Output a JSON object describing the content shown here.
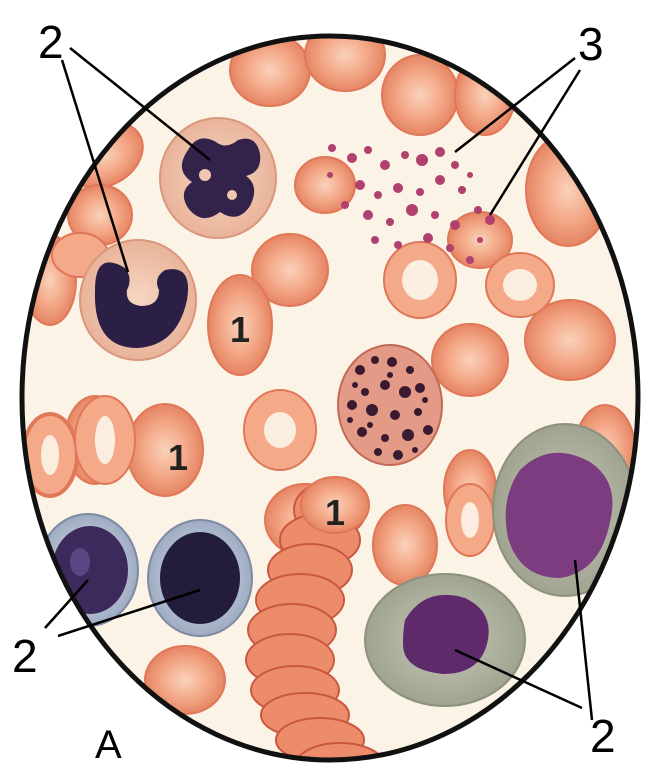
{
  "colors": {
    "background": "#fbf3e6",
    "rbc_fill": "#f4a989",
    "rbc_edge": "#e27a5a",
    "rbc_center": "#f9d6c0",
    "neutrophil_cytoplasm": "#f1c7b0",
    "neutrophil_nucleus": "#33224a",
    "eosinophil_granules": "#5a1f3a",
    "lymphocyte_halo": "#b9c4d6",
    "lymphocyte_nucleus": "#231c3b",
    "monocyte_cytoplasm": "#b3b8a4",
    "monocyte_nucleus": "#7b3c80",
    "platelet": "#b0406e",
    "circle_border": "#111111"
  },
  "labels": {
    "erythrocyte": "1",
    "leukocyte": "2",
    "platelets": "3",
    "panel": "А"
  }
}
